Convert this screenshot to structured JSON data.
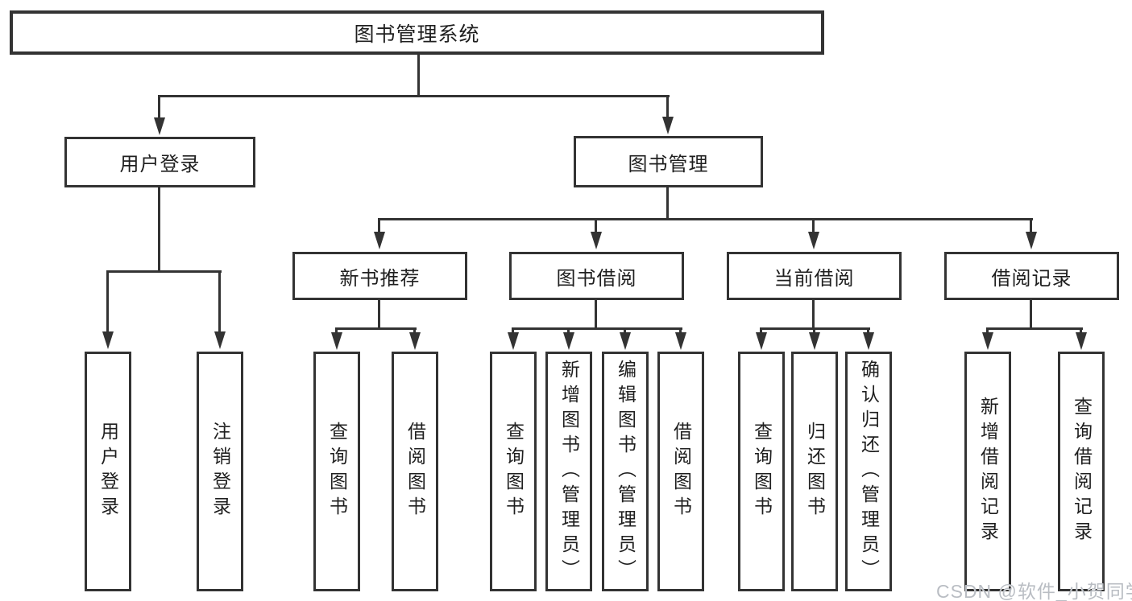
{
  "diagram": {
    "type": "hierarchy-tree",
    "root": {
      "label": "图书管理系统"
    },
    "level2": [
      {
        "label": "用户登录"
      },
      {
        "label": "图书管理"
      }
    ],
    "level3": [
      {
        "label": "新书推荐",
        "parent": "图书管理"
      },
      {
        "label": "图书借阅",
        "parent": "图书管理"
      },
      {
        "label": "当前借阅",
        "parent": "图书管理"
      },
      {
        "label": "借阅记录",
        "parent": "图书管理"
      }
    ],
    "leaves": [
      {
        "label": "用户登录",
        "parent": "用户登录"
      },
      {
        "label": "注销登录",
        "parent": "用户登录"
      },
      {
        "label": "查询图书",
        "parent": "新书推荐"
      },
      {
        "label": "借阅图书",
        "parent": "新书推荐"
      },
      {
        "label": "查询图书",
        "parent": "图书借阅"
      },
      {
        "label": "新增图书（管理员）",
        "parent": "图书借阅"
      },
      {
        "label": "编辑图书（管理员）",
        "parent": "图书借阅"
      },
      {
        "label": "借阅图书",
        "parent": "图书借阅"
      },
      {
        "label": "查询图书",
        "parent": "当前借阅"
      },
      {
        "label": "归还图书",
        "parent": "当前借阅"
      },
      {
        "label": "确认归还（管理员）",
        "parent": "当前借阅"
      },
      {
        "label": "新增借阅记录",
        "parent": "借阅记录"
      },
      {
        "label": "查询借阅记录",
        "parent": "借阅记录"
      }
    ]
  },
  "watermark": {
    "text": "CSDN @软件_小贺同学"
  },
  "colors": {
    "line": "#333333",
    "text": "#1f1f1f",
    "background": "#ffffff",
    "watermark": "#b9bdc3"
  }
}
